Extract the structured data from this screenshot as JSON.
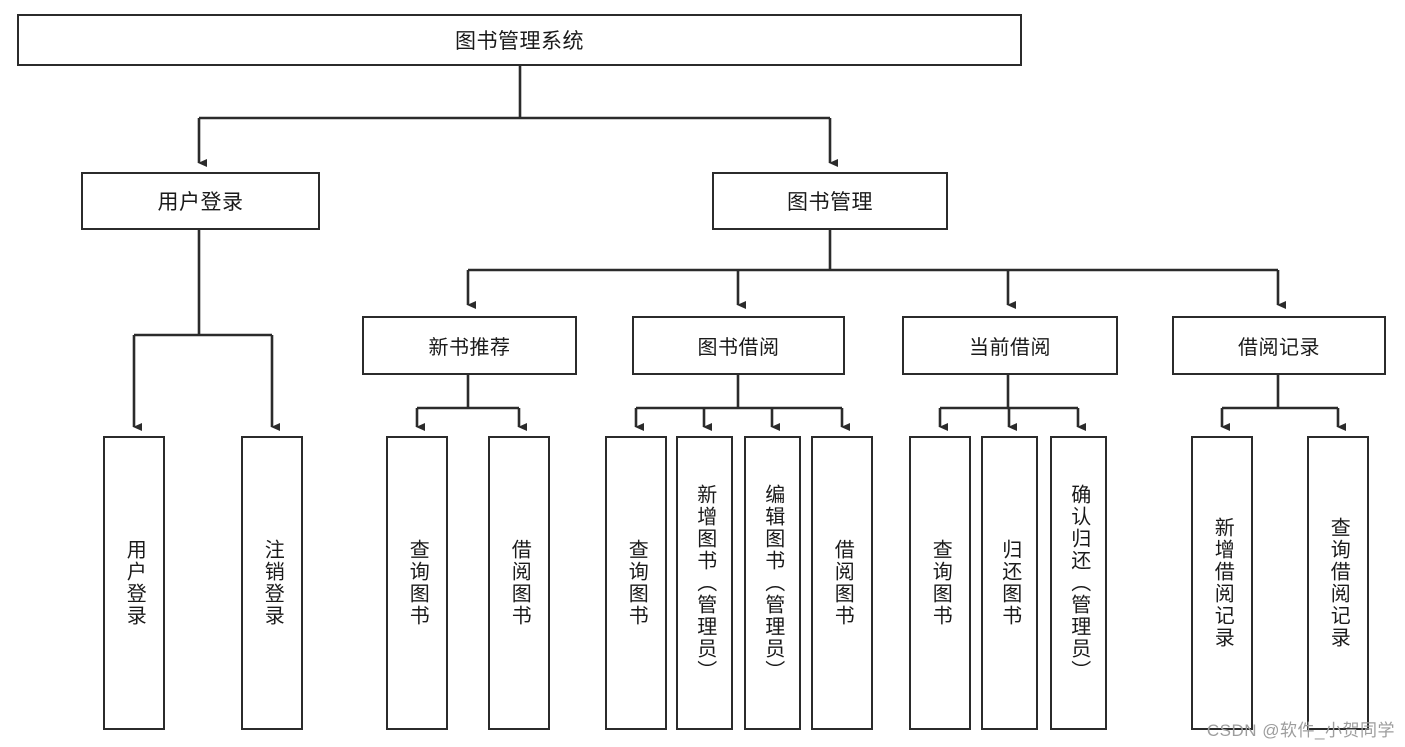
{
  "diagram": {
    "title": "图书管理系统",
    "type": "tree",
    "orientation": "top-down",
    "colors": {
      "background": "#ffffff",
      "node_fill": "#ffffff",
      "node_border": "#2b2b2b",
      "edge": "#2b2b2b",
      "text": "#1a1a1a",
      "watermark": "#9d9d9d"
    },
    "root": {
      "label": "图书管理系统",
      "id": "root"
    },
    "level2": [
      {
        "id": "user-login",
        "label": "用户登录"
      },
      {
        "id": "book-manage",
        "label": "图书管理"
      }
    ],
    "level3": [
      {
        "id": "new-book-recommend",
        "label": "新书推荐",
        "parent": "book-manage"
      },
      {
        "id": "book-borrow",
        "label": "图书借阅",
        "parent": "book-manage"
      },
      {
        "id": "current-borrow",
        "label": "当前借阅",
        "parent": "book-manage"
      },
      {
        "id": "borrow-record",
        "label": "借阅记录",
        "parent": "book-manage"
      }
    ],
    "leaves": [
      {
        "id": "leaf-user-login",
        "label": "用户登录",
        "parent": "user-login"
      },
      {
        "id": "leaf-user-logout",
        "label": "注销登录",
        "parent": "user-login"
      },
      {
        "id": "leaf-query-book-1",
        "label": "查询图书",
        "parent": "new-book-recommend"
      },
      {
        "id": "leaf-borrow-book-1",
        "label": "借阅图书",
        "parent": "new-book-recommend"
      },
      {
        "id": "leaf-query-book-2",
        "label": "查询图书",
        "parent": "book-borrow"
      },
      {
        "id": "leaf-add-book",
        "label": "新增图书（管理员）",
        "parent": "book-borrow"
      },
      {
        "id": "leaf-edit-book",
        "label": "编辑图书（管理员）",
        "parent": "book-borrow"
      },
      {
        "id": "leaf-borrow-book-2",
        "label": "借阅图书",
        "parent": "book-borrow"
      },
      {
        "id": "leaf-query-book-3",
        "label": "查询图书",
        "parent": "current-borrow"
      },
      {
        "id": "leaf-return-book",
        "label": "归还图书",
        "parent": "current-borrow"
      },
      {
        "id": "leaf-confirm-return",
        "label": "确认归还（管理员）",
        "parent": "current-borrow"
      },
      {
        "id": "leaf-add-record",
        "label": "新增借阅记录",
        "parent": "borrow-record"
      },
      {
        "id": "leaf-query-record",
        "label": "查询借阅记录",
        "parent": "borrow-record"
      }
    ],
    "watermark": "CSDN @软件_小贺同学"
  }
}
